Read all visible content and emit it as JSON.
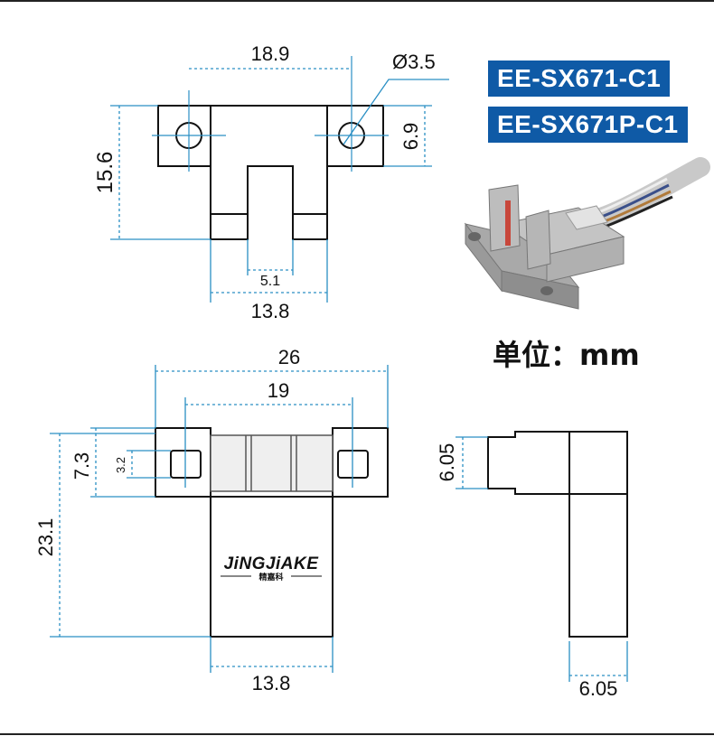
{
  "models": [
    "EE-SX671-C1",
    "EE-SX671P-C1"
  ],
  "unit_label": "单位：mm",
  "brand": {
    "name": "JiNGJiAKE",
    "subtitle": "精嘉科"
  },
  "top_view": {
    "hole_spacing": "18.9",
    "hole_diameter": "Ø3.5",
    "total_height": "15.6",
    "flange_height": "6.9",
    "slot_width": "5.1",
    "body_width": "13.8"
  },
  "front_view": {
    "total_width": "26",
    "hole_spacing": "19",
    "flange_height": "7.3",
    "slot_height": "3.2",
    "total_height": "23.1",
    "body_width": "13.8"
  },
  "side_view": {
    "head_height": "6.05",
    "body_width": "6.05"
  },
  "colors": {
    "badge": "#0f5aa6",
    "dimension": "#2a8fc4",
    "outline": "#111111"
  }
}
